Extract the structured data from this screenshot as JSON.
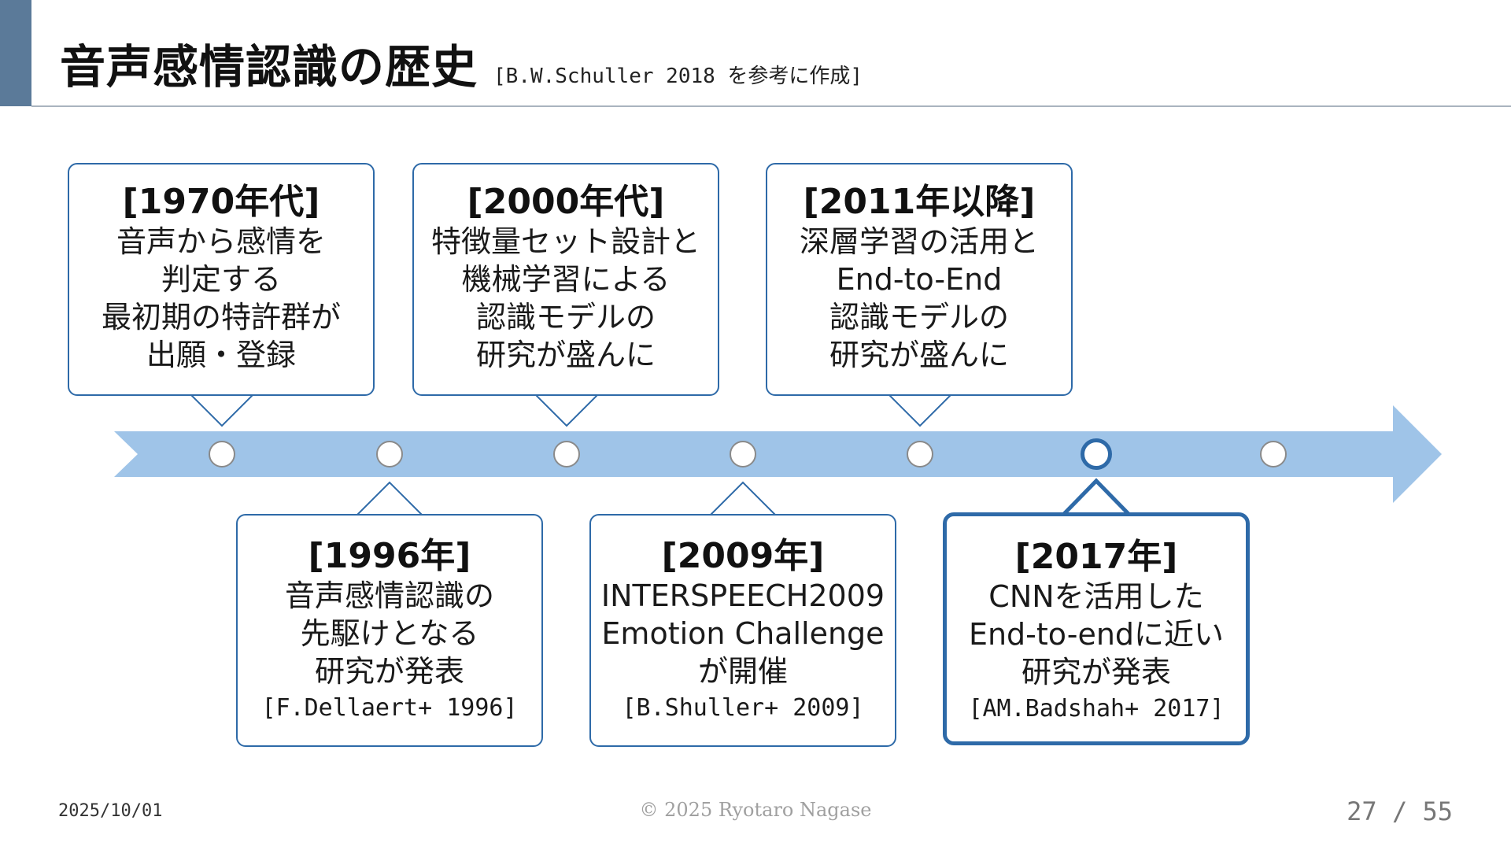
{
  "header": {
    "title": "音声感情認識の歴史",
    "subtitle": "[B.W.Schuller 2018 を参考に作成]"
  },
  "timeline": {
    "top_callouts": [
      {
        "heading": "[1970年代]",
        "lines": [
          "音声から感情を",
          "判定する",
          "最初期の特許群が",
          "出願・登録"
        ]
      },
      {
        "heading": "[2000年代]",
        "lines": [
          "特徴量セット設計と",
          "機械学習による",
          "認識モデルの",
          "研究が盛んに"
        ]
      },
      {
        "heading": "[2011年以降]",
        "lines": [
          "深層学習の活用と",
          "End-to-End",
          "認識モデルの",
          "研究が盛んに"
        ]
      }
    ],
    "bottom_callouts": [
      {
        "heading": "[1996年]",
        "lines": [
          "音声感情認識の",
          "先駆けとなる",
          "研究が発表"
        ],
        "ref": "[F.Dellaert+ 1996]"
      },
      {
        "heading": "[2009年]",
        "lines": [
          "INTERSPEECH2009",
          "Emotion Challenge",
          "が開催"
        ],
        "ref": "[B.Shuller+ 2009]"
      },
      {
        "heading": "[2017年]",
        "lines": [
          "CNNを活用した",
          "End-to-endに近い",
          "研究が発表"
        ],
        "ref": "[AM.Badshah+ 2017]"
      }
    ],
    "arrow_color": "#9fc4e8",
    "accent_color": "#2e6aa8"
  },
  "footer": {
    "date": "2025/10/01",
    "copyright": "© 2025 Ryotaro Nagase",
    "page": "27 / 55"
  }
}
